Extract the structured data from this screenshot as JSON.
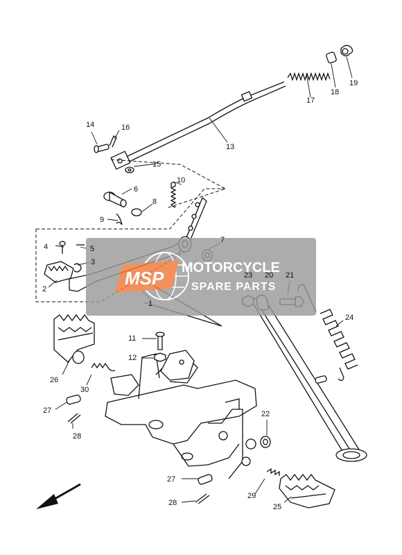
{
  "watermark": {
    "logo_text": "MSP",
    "line1": "MOTORCYCLE",
    "line2": "SPARE PARTS",
    "accent_color": "#f07a3a",
    "panel_color": "#9a9a9a"
  },
  "callouts": [
    {
      "id": "label-1",
      "text": "1"
    },
    {
      "id": "label-2",
      "text": "2"
    },
    {
      "id": "label-3",
      "text": "3"
    },
    {
      "id": "label-4",
      "text": "4"
    },
    {
      "id": "label-5",
      "text": "5"
    },
    {
      "id": "label-6",
      "text": "6"
    },
    {
      "id": "label-7",
      "text": "7"
    },
    {
      "id": "label-8",
      "text": "8"
    },
    {
      "id": "label-9",
      "text": "9"
    },
    {
      "id": "label-10",
      "text": "10"
    },
    {
      "id": "label-11",
      "text": "11"
    },
    {
      "id": "label-12",
      "text": "12"
    },
    {
      "id": "label-13",
      "text": "13"
    },
    {
      "id": "label-14",
      "text": "14"
    },
    {
      "id": "label-15",
      "text": "15"
    },
    {
      "id": "label-16",
      "text": "16"
    },
    {
      "id": "label-17",
      "text": "17"
    },
    {
      "id": "label-18",
      "text": "18"
    },
    {
      "id": "label-19",
      "text": "19"
    },
    {
      "id": "label-20",
      "text": "20"
    },
    {
      "id": "label-21",
      "text": "21"
    },
    {
      "id": "label-22",
      "text": "22"
    },
    {
      "id": "label-23",
      "text": "23"
    },
    {
      "id": "label-24",
      "text": "24"
    },
    {
      "id": "label-25",
      "text": "25"
    },
    {
      "id": "label-26",
      "text": "26"
    },
    {
      "id": "label-27a",
      "text": "27"
    },
    {
      "id": "label-27b",
      "text": "27"
    },
    {
      "id": "label-28a",
      "text": "28"
    },
    {
      "id": "label-28b",
      "text": "28"
    },
    {
      "id": "label-29",
      "text": "29"
    },
    {
      "id": "label-30",
      "text": "30"
    }
  ]
}
